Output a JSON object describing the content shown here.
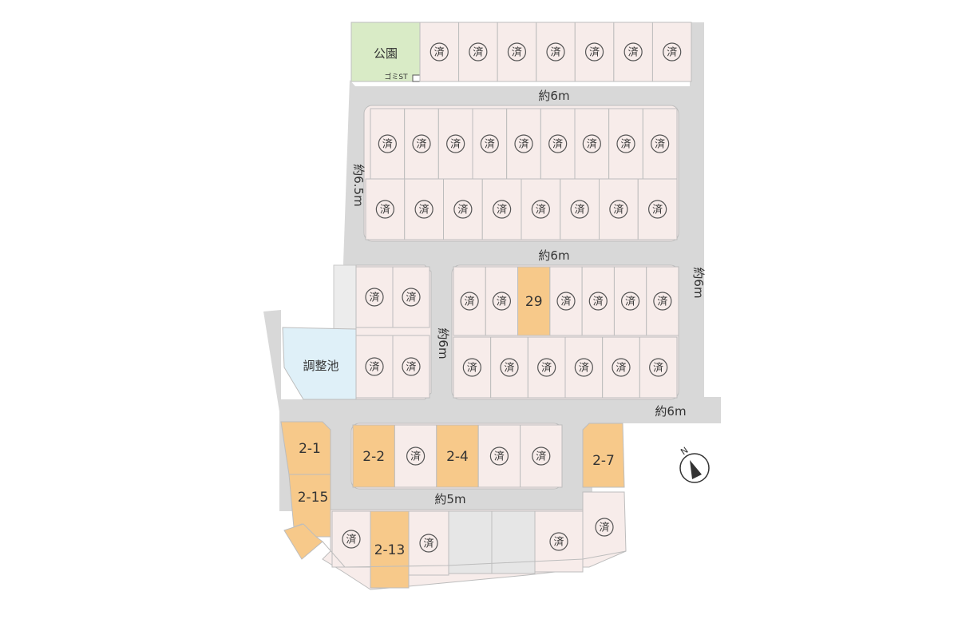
{
  "colors": {
    "road": "#d8d8d8",
    "road_edge": "#c9c9c9",
    "sold_fill": "#f7ecea",
    "available_fill": "#f7c98a",
    "park_fill": "#d9ebc6",
    "pond_fill": "#dff0f8",
    "blank_fill": "#e6e6e6",
    "line": "#bdbdbd"
  },
  "sold_label": "済",
  "facilities": {
    "park": "公園",
    "garbage": "ゴミST",
    "pond": "調整池"
  },
  "roads": {
    "top": "約6m",
    "left": "約6.5m",
    "middle": "約6m",
    "right": "約6m",
    "inner": "約6m",
    "east": "約6m",
    "bottom": "約5m"
  },
  "lots": {
    "available": [
      "29",
      "2-1",
      "2-15",
      "2-2",
      "2-4",
      "2-7",
      "2-13"
    ]
  },
  "compass": {
    "label": "N",
    "icon": "north-arrow-icon"
  }
}
